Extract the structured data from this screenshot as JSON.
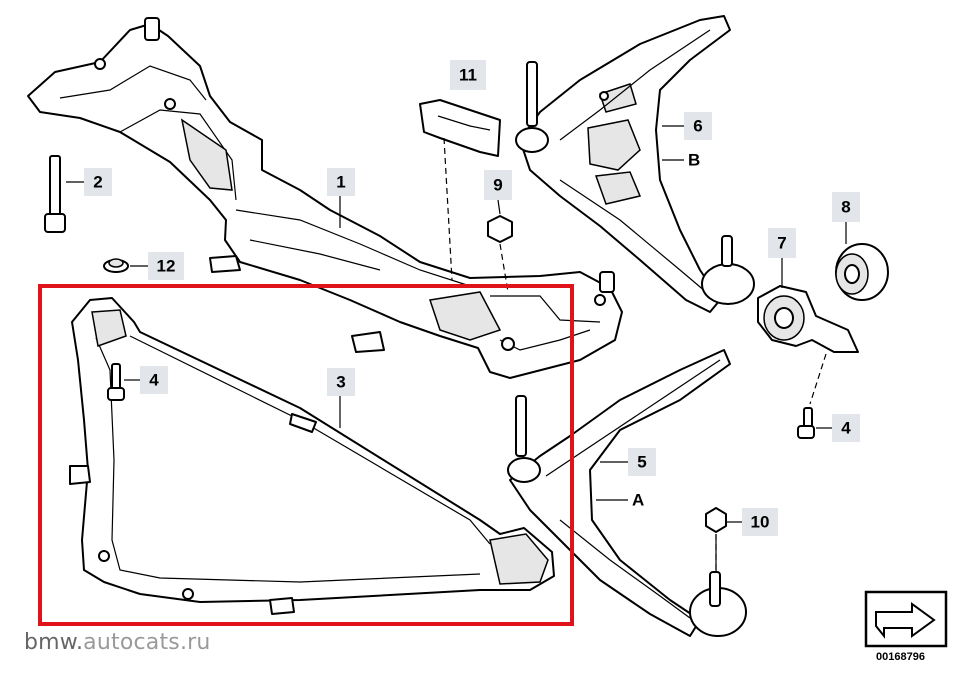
{
  "callouts": {
    "c1": "1",
    "c2": "2",
    "c3": "3",
    "c4a": "4",
    "c4b": "4",
    "c5": "5",
    "c6": "6",
    "c7": "7",
    "c8": "8",
    "c9": "9",
    "c10": "10",
    "c11": "11",
    "c12": "12"
  },
  "letters": {
    "a": "A",
    "b": "B"
  },
  "watermark": {
    "prefix": "bmw.",
    "site": "autocats.ru"
  },
  "diagram_id": "00168796",
  "colors": {
    "highlight": "#e0131a",
    "callout_bg": "#e2e6ea"
  },
  "icons": {
    "nav": "arrow-icon"
  }
}
